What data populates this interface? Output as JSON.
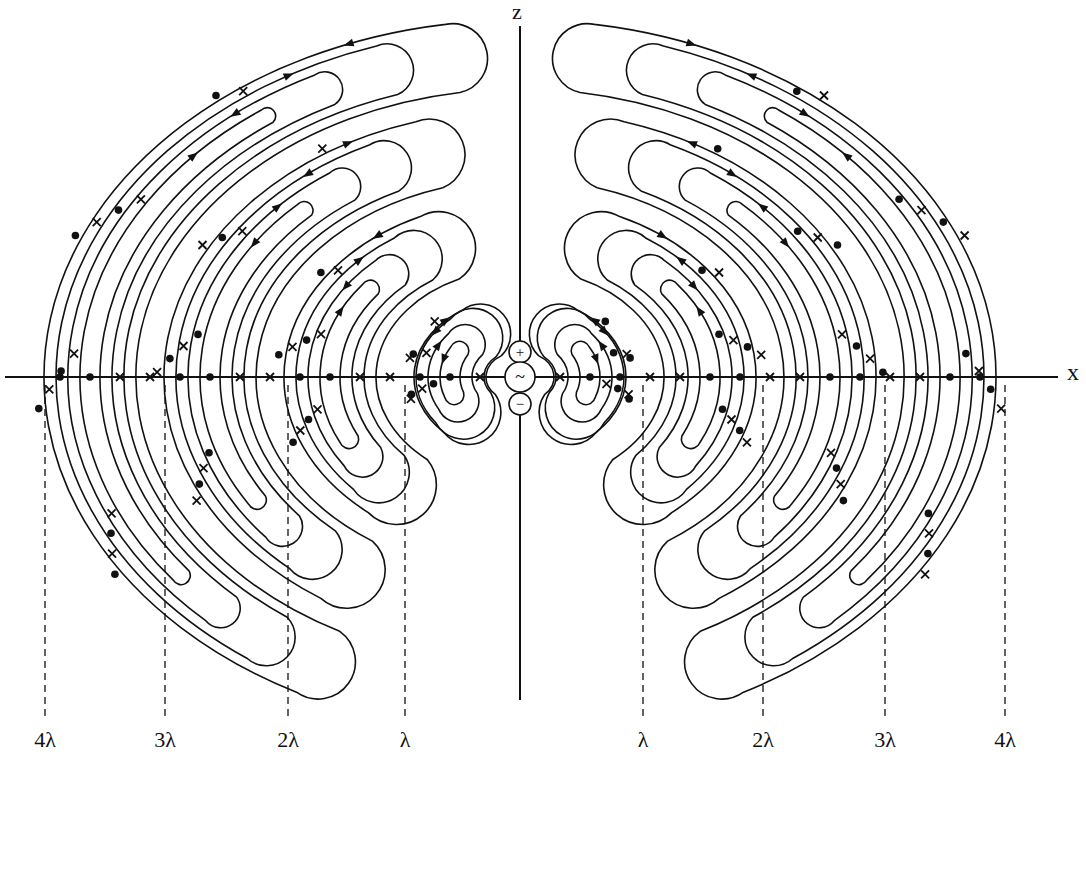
{
  "diagram": {
    "labels": [
      "z",
      "x",
      "+",
      "~",
      "−",
      "4λ",
      "3λ",
      "2λ",
      "λ",
      "λ",
      "2λ",
      "3λ",
      "4λ"
    ]
  }
}
